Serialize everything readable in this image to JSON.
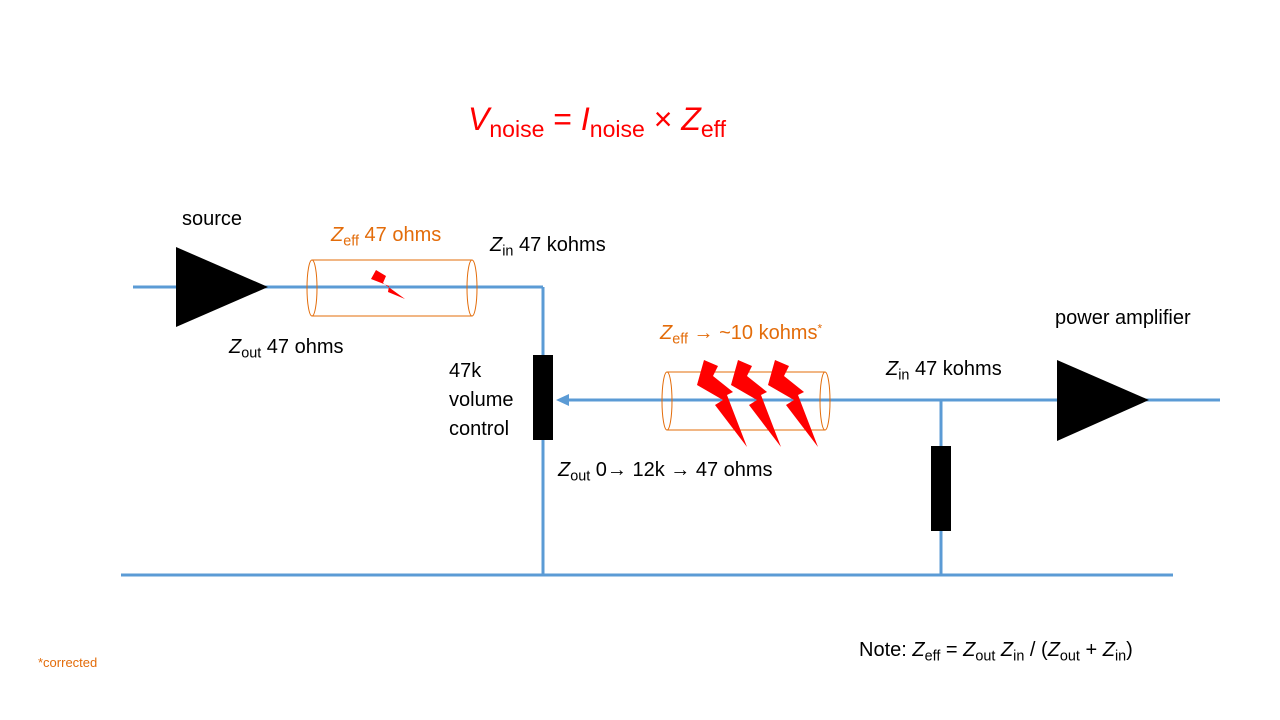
{
  "formula": {
    "v": "V",
    "v_sub": "noise",
    "eq": " = ",
    "i": "I",
    "i_sub": "noise",
    "times": " × ",
    "z": "Z",
    "z_sub": "eff"
  },
  "source": {
    "title": "source",
    "zout_sym": "Z",
    "zout_sub": "out",
    "zout_val": " 47 ohms"
  },
  "cable1": {
    "z": "Z",
    "z_sub": "eff",
    "val": " 47 ohms"
  },
  "input1": {
    "z": "Z",
    "z_sub": "in",
    "val": " 47 kohms"
  },
  "volume": {
    "line1": "47k",
    "line2": "volume",
    "line3": "control"
  },
  "cable2": {
    "z": "Z",
    "z_sub": "eff",
    "val": " → ~10 kohms",
    "mark": "*"
  },
  "zout2": {
    "z": "Z",
    "z_sub": "out",
    "val": " 0→ 12k → 47 ohms"
  },
  "input2": {
    "z": "Z",
    "z_sub": "in",
    "val": " 47 kohms"
  },
  "amp": {
    "title": "power amplifier"
  },
  "note": {
    "prefix": "Note: ",
    "z1": "Z",
    "z1_sub": "eff",
    "eq": " = ",
    "z2": "Z",
    "z2_sub": "out",
    "sp": " ",
    "z3": "Z",
    "z3_sub": "in",
    "div": " / (",
    "z4": "Z",
    "z4_sub": "out",
    "plus": " + ",
    "z5": "Z",
    "z5_sub": "in",
    "close": ")"
  },
  "footnote": "*corrected",
  "colors": {
    "wire": "#5B9BD5",
    "accent": "#E36C0A",
    "noise": "#FF0000",
    "component": "#000000"
  }
}
